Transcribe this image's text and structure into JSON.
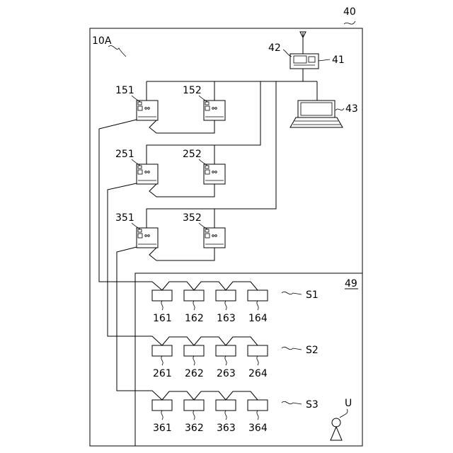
{
  "labels": {
    "system": "40",
    "subsystem": "10A",
    "terminal": "41",
    "antenna_unit": "42",
    "laptop": "43",
    "room": "49",
    "user": "U"
  },
  "controllers": {
    "row1": [
      "151",
      "152"
    ],
    "row2": [
      "251",
      "252"
    ],
    "row3": [
      "351",
      "352"
    ]
  },
  "sensor_groups": [
    {
      "name": "S1",
      "devices": [
        "161",
        "162",
        "163",
        "164"
      ]
    },
    {
      "name": "S2",
      "devices": [
        "261",
        "262",
        "263",
        "264"
      ]
    },
    {
      "name": "S3",
      "devices": [
        "361",
        "362",
        "363",
        "364"
      ]
    }
  ]
}
